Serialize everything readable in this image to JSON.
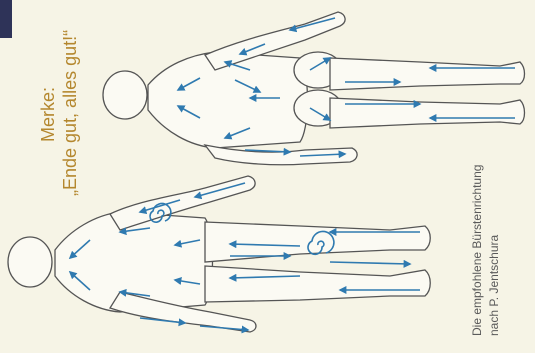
{
  "motto": {
    "line1": "Merke:",
    "line2": "„Ende gut, alles gut!“"
  },
  "caption": {
    "line1": "Die empfohlene Bürstenrichtung",
    "line2": "nach P. Jentschura"
  },
  "colors": {
    "background": "#f6f4e6",
    "body_fill": "#fbfaf3",
    "outline": "#555555",
    "arrow": "#2f7ab0",
    "motto": "#b4872e",
    "caption": "#5a5a5a"
  },
  "figures": [
    "front-view",
    "back-view"
  ],
  "icons": [
    "spiral-icon",
    "arrow-icon"
  ]
}
